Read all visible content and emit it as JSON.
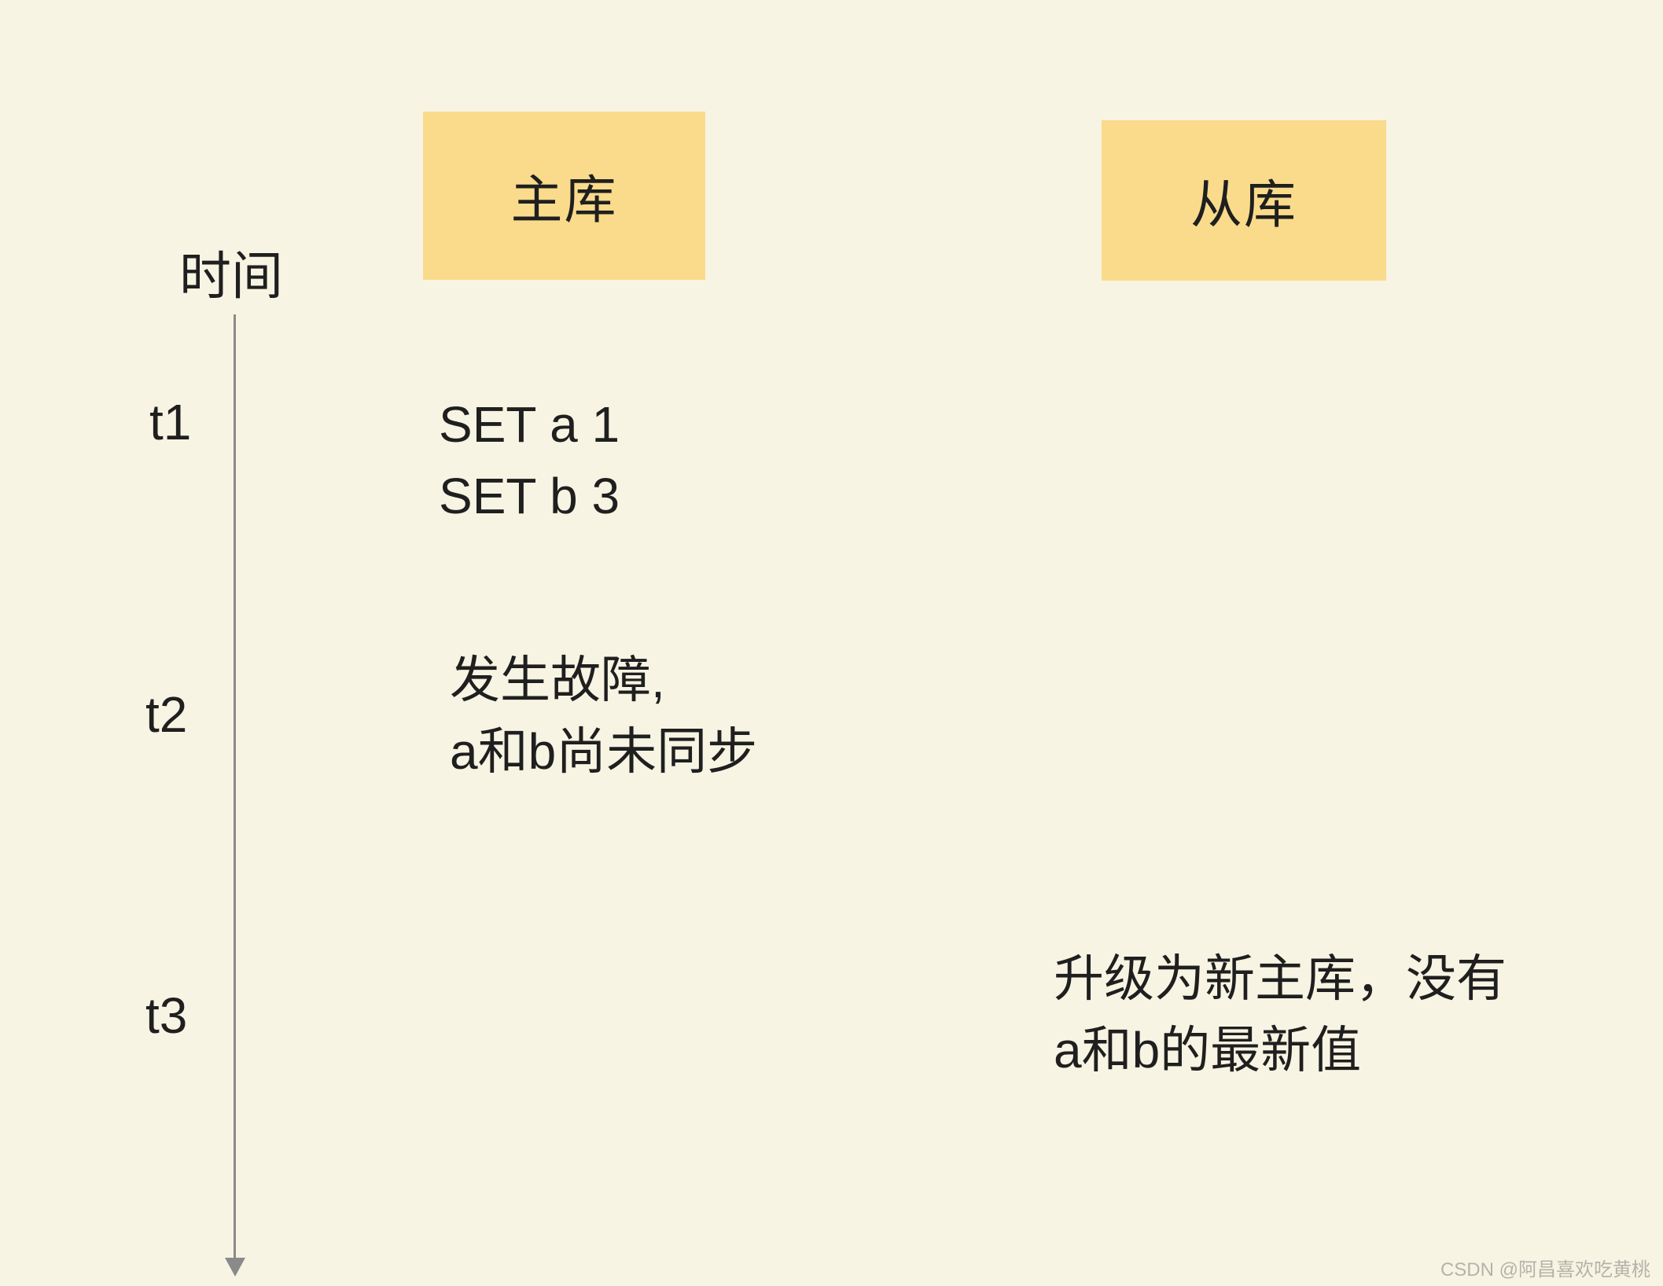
{
  "colors": {
    "background": "#f8f4e3",
    "box_fill": "#f9db8b",
    "text": "#1f1f1f",
    "arrow": "#8a8a8a",
    "watermark": "#b5b2ab"
  },
  "timeline": {
    "label": "时间"
  },
  "columns": {
    "master": "主库",
    "slave": "从库"
  },
  "events": [
    {
      "time": "t1",
      "column": "master",
      "lines": [
        "SET a 1",
        "SET b 3"
      ]
    },
    {
      "time": "t2",
      "column": "master",
      "lines": [
        "发生故障,",
        "a和b尚未同步"
      ]
    },
    {
      "time": "t3",
      "column": "slave",
      "lines": [
        "升级为新主库，没有",
        "a和b的最新值"
      ]
    }
  ],
  "watermark": "CSDN @阿昌喜欢吃黄桃"
}
